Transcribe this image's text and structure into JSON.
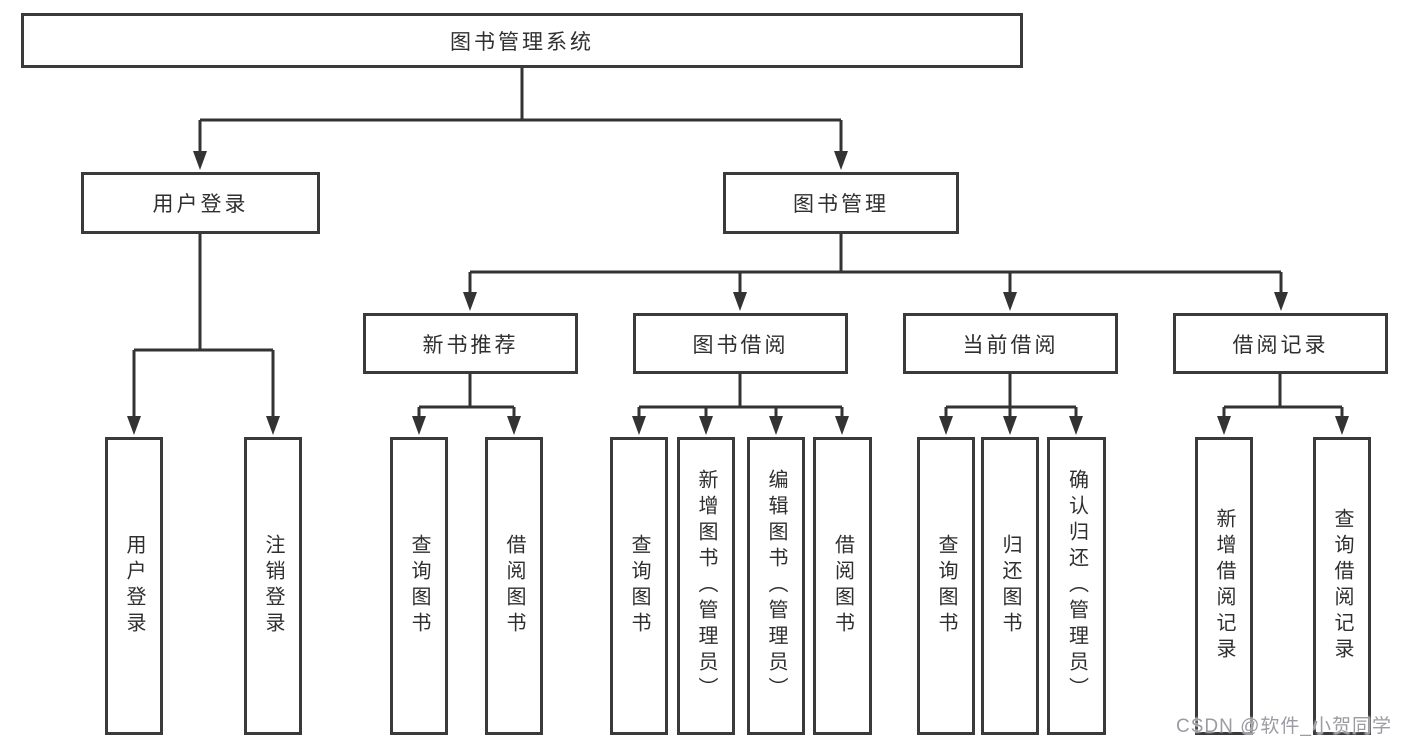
{
  "diagram": {
    "root": {
      "label": "图书管理系统"
    },
    "branches": [
      {
        "label": "用户登录",
        "children": [
          {
            "label": "用户登录"
          },
          {
            "label": "注销登录"
          }
        ]
      },
      {
        "label": "图书管理",
        "children": [
          {
            "label": "新书推荐",
            "children": [
              {
                "label": "查询图书"
              },
              {
                "label": "借阅图书"
              }
            ]
          },
          {
            "label": "图书借阅",
            "children": [
              {
                "label": "查询图书"
              },
              {
                "label": "新增图书（管理员）"
              },
              {
                "label": "编辑图书（管理员）"
              },
              {
                "label": "借阅图书"
              }
            ]
          },
          {
            "label": "当前借阅",
            "children": [
              {
                "label": "查询图书"
              },
              {
                "label": "归还图书"
              },
              {
                "label": "确认归还（管理员）"
              }
            ]
          },
          {
            "label": "借阅记录",
            "children": [
              {
                "label": "新增借阅记录"
              },
              {
                "label": "查询借阅记录"
              }
            ]
          }
        ]
      }
    ]
  },
  "watermark": {
    "label": "CSDN @软件_小贺同学",
    "color": "#9b9ba3"
  },
  "colors": {
    "line": "#333333",
    "box_border": "#3a3a3a",
    "text": "#2f2f2f",
    "background": "#ffffff"
  }
}
